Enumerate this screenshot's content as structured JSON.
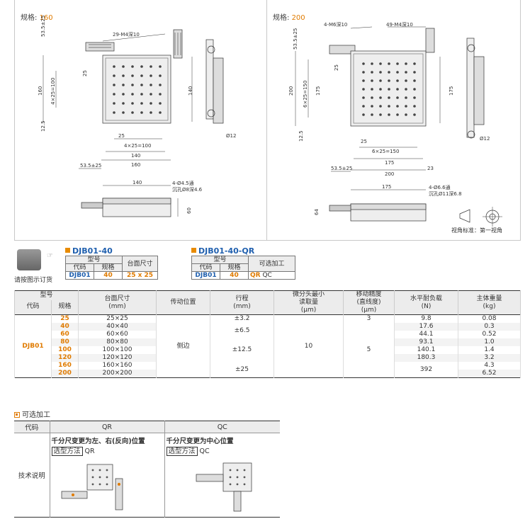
{
  "panel_left": {
    "spec_label": "规格:",
    "spec_value": "160",
    "dims": {
      "tap": "29-M4深10",
      "d535": "53.5±25",
      "d160v": "160",
      "d4x25v": "4×25=100",
      "d25v": "25",
      "d140v": "140",
      "d125": "12.5",
      "d25h": "25",
      "d4x25h": "4×25=100",
      "d140h": "140",
      "d160h": "160",
      "d535b": "53.5±25",
      "o12": "Ø12",
      "s140": "140",
      "shole1": "4-Ø4.5通",
      "shole2": "沉孔Ø8深4.6",
      "s60": "60"
    }
  },
  "panel_right": {
    "spec_label": "规格:",
    "spec_value": "200",
    "dims": {
      "tap1": "4-M6深10",
      "tap2": "49-M4深10",
      "d535": "53.5±25",
      "d200v": "200",
      "d6x25v": "6×25=150",
      "d175v": "175",
      "d25v": "25",
      "d175r": "175",
      "d125": "12.5",
      "d25h": "25",
      "d6x25h": "6×25=150",
      "d175h": "175",
      "d200h": "200",
      "d535b": "53.5±25",
      "d23": "23",
      "o12": "Ø12",
      "s175": "175",
      "shole1": "4-Ø6.6通",
      "shole2": "沉孔Ø11深6.8",
      "s64": "64"
    }
  },
  "view_note": "视角标准：第一视角",
  "phone_caption": "请按图示订货",
  "order1": {
    "title": "DJB01-40",
    "h_type": "型号",
    "h_code": "代码",
    "h_spec": "规格",
    "h_size": "台面尺寸",
    "code": "DJB01",
    "spec": "40",
    "size": "25 x 25"
  },
  "order2": {
    "title": "DJB01-40-QR",
    "h_type": "型号",
    "h_code": "代码",
    "h_spec": "规格",
    "h_opt": "可选加工",
    "code": "DJB01",
    "spec": "40",
    "opt1": "QR",
    "opt2": "QC"
  },
  "main_table": {
    "h_type": "型号",
    "h_code": "代码",
    "h_spec": "规格",
    "h_size": "台面尺寸",
    "h_size_u": "(mm)",
    "h_drive": "传动位置",
    "h_stroke": "行程",
    "h_stroke_u": "(mm)",
    "h_micro1": "微分头最小",
    "h_micro2": "读取量",
    "h_micro_u": "(μm)",
    "h_prec1": "移动精度",
    "h_prec2": "(直线度)",
    "h_prec_u": "(μm)",
    "h_load": "水平耐负载",
    "h_load_u": "(N)",
    "h_weight": "主体重量",
    "h_weight_u": "(kg)",
    "code": "DJB01",
    "drive": "侧边",
    "micro": "10",
    "specs": [
      "25",
      "40",
      "60",
      "80",
      "100",
      "120",
      "160",
      "200"
    ],
    "sizes": [
      "25×25",
      "40×40",
      "60×60",
      "80×80",
      "100×100",
      "120×120",
      "160×160",
      "200×200"
    ],
    "strokes": [
      "±3.2",
      "±6.5",
      "±12.5",
      "±25"
    ],
    "precs": [
      "3",
      "5"
    ],
    "loads": [
      "9.8",
      "17.6",
      "44.1",
      "93.1",
      "140.1",
      "180.3",
      "392"
    ],
    "weights": [
      "0.08",
      "0.3",
      "0.52",
      "1.0",
      "1.4",
      "3.2",
      "4.3",
      "6.52"
    ]
  },
  "opt_section": {
    "title": "可选加工",
    "h_code": "代码",
    "qr": "QR",
    "qc": "QC",
    "row_label": "技术说明",
    "qr_title": "千分尺变更为左、右(反向)位置",
    "qc_title": "千分尺变更为中心位置",
    "sel_label": "选型方法",
    "qr_code": "QR",
    "qc_code": "QC"
  }
}
